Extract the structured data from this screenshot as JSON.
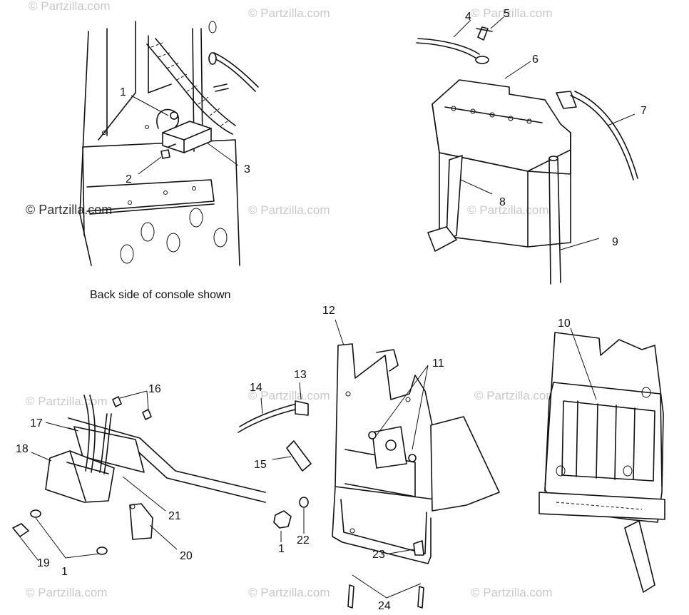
{
  "watermark": "© Partzilla.com",
  "caption": "Back side of console shown",
  "callouts": {
    "c1a": "1",
    "c2": "2",
    "c3": "3",
    "c4": "4",
    "c5": "5",
    "c6": "6",
    "c7": "7",
    "c8": "8",
    "c9": "9",
    "c10": "10",
    "c11": "11",
    "c12": "12",
    "c13": "13",
    "c14": "14",
    "c15": "15",
    "c16": "16",
    "c17": "17",
    "c18": "18",
    "c19": "19",
    "c1b": "1",
    "c20": "20",
    "c21": "21",
    "c1c": "1",
    "c22": "22",
    "c23": "23",
    "c24": "24"
  }
}
